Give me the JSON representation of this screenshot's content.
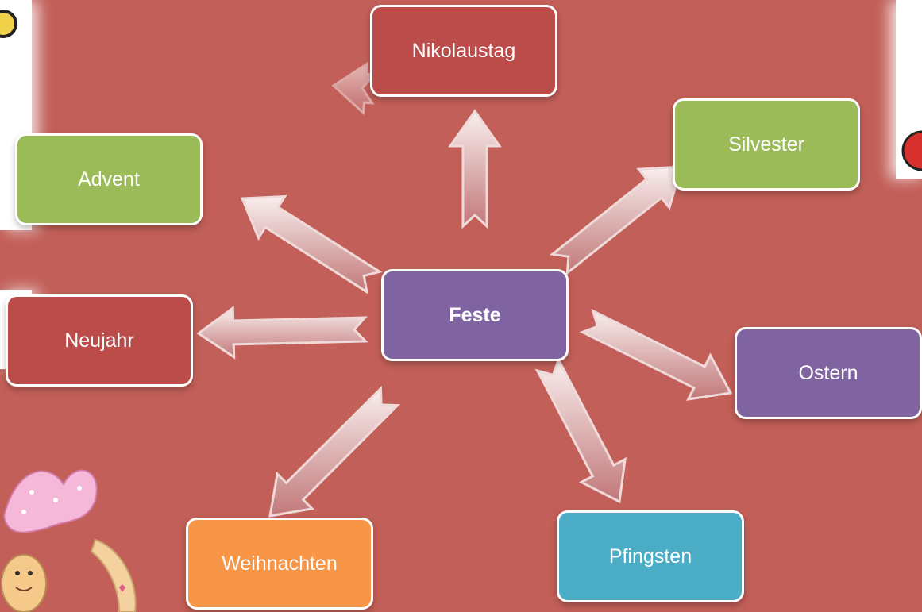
{
  "diagram": {
    "center": {
      "label": "Feste"
    },
    "nodes": [
      {
        "id": "nikolaustag",
        "label": "Nikolaustag"
      },
      {
        "id": "silvester",
        "label": "Silvester"
      },
      {
        "id": "advent",
        "label": "Advent"
      },
      {
        "id": "neujahr",
        "label": "Neujahr"
      },
      {
        "id": "ostern",
        "label": "Ostern"
      },
      {
        "id": "weihnachten",
        "label": "Weihnachten"
      },
      {
        "id": "pfingsten",
        "label": "Pfingsten"
      }
    ]
  },
  "colors": {
    "background": "#c25f58",
    "red_node": "#bb4c4a",
    "green_node": "#9bbb59",
    "purple_node": "#8064a2",
    "orange_node": "#f79646",
    "teal_node": "#4bacc6"
  }
}
